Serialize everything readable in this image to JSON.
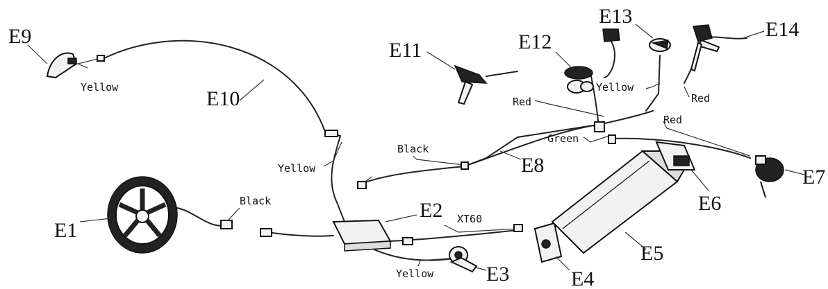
{
  "components": {
    "e1": "E1",
    "e2": "E2",
    "e3": "E3",
    "e4": "E4",
    "e5": "E5",
    "e6": "E6",
    "e7": "E7",
    "e8": "E8",
    "e9": "E9",
    "e10": "E10",
    "e11": "E11",
    "e12": "E12",
    "e13": "E13",
    "e14": "E14"
  },
  "wire_labels": {
    "yellow_e9": "Yellow",
    "yellow_e10": "Yellow",
    "black_motor": "Black",
    "black_e8": "Black",
    "xt60": "XT60",
    "yellow_e3": "Yellow",
    "red_e11": "Red",
    "green": "Green",
    "yellow_e13": "Yellow",
    "red_e14": "Red",
    "red_e7": "Red"
  }
}
